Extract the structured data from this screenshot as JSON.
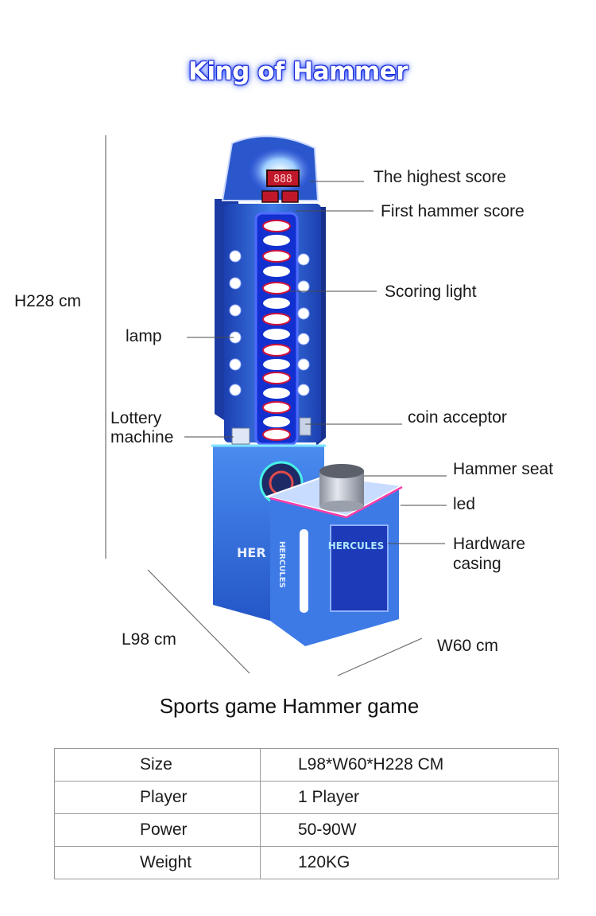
{
  "title": "King of Hammer",
  "display_label": "888",
  "labels": {
    "highest_score": "The highest score",
    "first_hammer_score": "First hammer score",
    "scoring_light": "Scoring light",
    "lamp": "lamp",
    "lottery_machine_line1": "Lottery",
    "lottery_machine_line2": "machine",
    "coin_acceptor": "coin acceptor",
    "hammer_seat": "Hammer seat",
    "led": "led",
    "hardware_casing_line1": "Hardware",
    "hardware_casing_line2": "casing",
    "height": "H228 cm",
    "length": "L98 cm",
    "width": "W60 cm"
  },
  "cabinet_brand": "HERCULES",
  "cabinet_brand_short": "HER",
  "subtitle": "Sports game Hammer game",
  "specs": [
    {
      "key": "Size",
      "value": "L98*W60*H228 CM"
    },
    {
      "key": "Player",
      "value": "1 Player"
    },
    {
      "key": "Power",
      "value": "50-90W"
    },
    {
      "key": "Weight",
      "value": "120KG"
    }
  ],
  "colors": {
    "cabinet_blue": "#2f6fd9",
    "neon_blue": "#2a4cff",
    "score_red": "#c0182a",
    "text": "#1a1a1a"
  }
}
